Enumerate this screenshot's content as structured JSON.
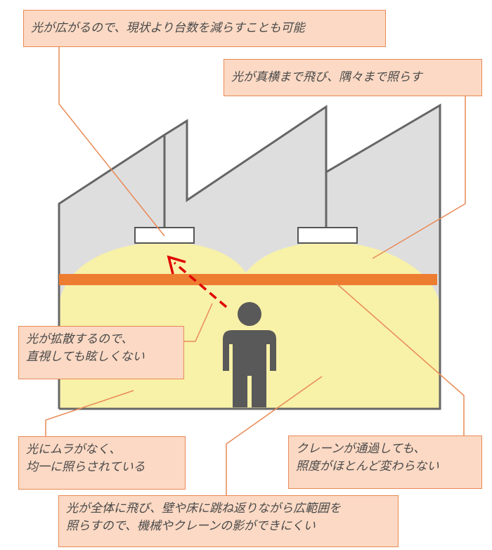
{
  "callouts": {
    "fixture_count": [
      "光が広がるので、現状より台数を減らすことも可能"
    ],
    "wall_reach": [
      "光が真横まで飛び、隅々まで照らす"
    ],
    "no_glare": [
      "光が拡散するので、",
      "直視しても眩しくない"
    ],
    "uniform": [
      "光にムラがなく、",
      "均一に照らされている"
    ],
    "crane": [
      "クレーンが通過しても、",
      "照度がほとんど変わらない"
    ],
    "no_shadow": [
      "光が全体に飛び、壁や床に跳ね返りながら広範囲を",
      "照らすので、機械やクレーンの影ができにくい"
    ]
  },
  "colors": {
    "callout_fill": "#fbd9c4",
    "callout_border": "#e98a55",
    "leader_line": "#e98a55",
    "building_fill": "#dededf",
    "building_stroke": "#666666",
    "light_fill": "#f8f1a8",
    "crane_beam": "#ed7d31",
    "person": "#595959",
    "arrow": "#e00000"
  },
  "icons": {
    "person": "person-icon",
    "arrow": "dashed-arrow-icon"
  }
}
